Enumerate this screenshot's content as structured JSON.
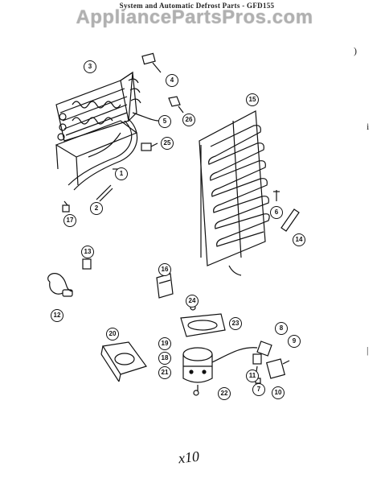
{
  "header_text": "System and Automatic Defrost Parts - GFD155",
  "watermark": "AppliancePartsPros.com",
  "handwritten_note": "x10",
  "edge_marks": [
    ")",
    "i",
    "|"
  ],
  "callouts": [
    "1",
    "2",
    "3",
    "4",
    "5",
    "6",
    "7",
    "8",
    "9",
    "10",
    "11",
    "12",
    "13",
    "14",
    "15",
    "16",
    "17",
    "18",
    "19",
    "20",
    "21",
    "22",
    "23",
    "24",
    "25",
    "26"
  ]
}
